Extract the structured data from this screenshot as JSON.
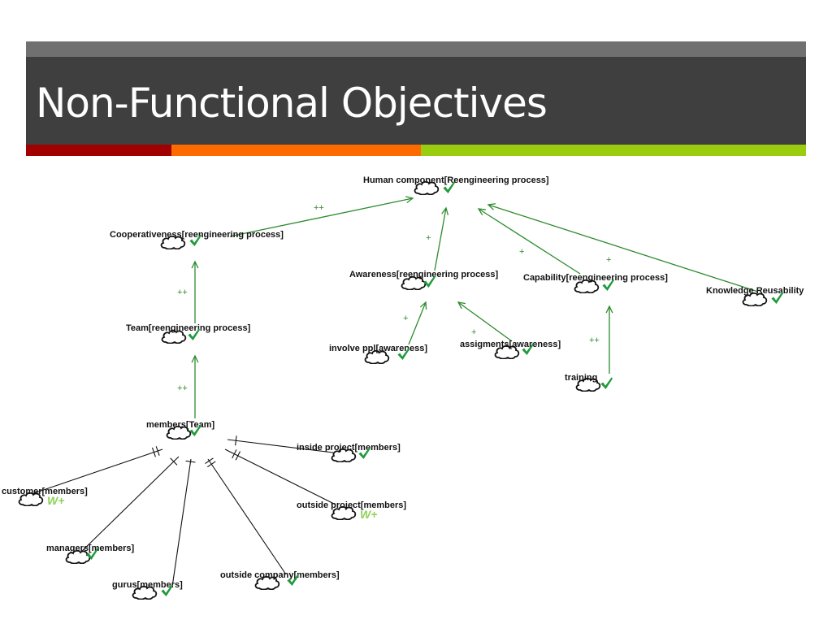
{
  "slide": {
    "title": "Non-Functional Objectives"
  },
  "colors": {
    "title_bg": "#3f3f3f",
    "title_strip": "#707070",
    "accent_red": "#a00000",
    "accent_orange": "#ff6a00",
    "accent_green": "#9acd10",
    "link_green": "#2e8b2e",
    "link_black": "#111111",
    "check_green": "#1f9a3a",
    "wplus_green": "#8fd15a"
  },
  "diagram": {
    "nodes": [
      {
        "id": "human",
        "label": "Human component[Reengineering process]",
        "status": "satisficed"
      },
      {
        "id": "coop",
        "label": "Cooperativeness[reengineering process]",
        "status": "satisficed"
      },
      {
        "id": "awareness",
        "label": "Awareness[reengineering process]",
        "status": "satisficed"
      },
      {
        "id": "capability",
        "label": "Capability[reengineering process]",
        "status": "satisficed"
      },
      {
        "id": "knowledge",
        "label": "Knowledge Reusability",
        "status": "satisficed"
      },
      {
        "id": "team",
        "label": "Team[reengineering process]",
        "status": "satisficed"
      },
      {
        "id": "involve",
        "label": "involve ppl[awareness]",
        "status": "satisficed"
      },
      {
        "id": "assig",
        "label": "assigments[awareness]",
        "status": "satisficed"
      },
      {
        "id": "training",
        "label": "training",
        "status": "satisficed"
      },
      {
        "id": "members",
        "label": "members[Team]",
        "status": "satisficed"
      },
      {
        "id": "inside",
        "label": "inside project[members]",
        "status": "satisficed"
      },
      {
        "id": "customer",
        "label": "customer[members]",
        "status": "weakly-satisficed"
      },
      {
        "id": "outside",
        "label": "outside project[members]",
        "status": "weakly-satisficed"
      },
      {
        "id": "managers",
        "label": "managers[members]",
        "status": "satisficed"
      },
      {
        "id": "gurus",
        "label": "gurus[members]",
        "status": "satisficed"
      },
      {
        "id": "company",
        "label": "outside company[members]",
        "status": "satisficed"
      }
    ],
    "contributions": [
      {
        "from": "coop",
        "to": "human",
        "label": "++"
      },
      {
        "from": "awareness",
        "to": "human",
        "label": "+"
      },
      {
        "from": "capability",
        "to": "human",
        "label": "+"
      },
      {
        "from": "knowledge",
        "to": "human",
        "label": ""
      },
      {
        "from": "team",
        "to": "coop",
        "label": "++"
      },
      {
        "from": "involve",
        "to": "awareness",
        "label": "+"
      },
      {
        "from": "assig",
        "to": "awareness",
        "label": "+"
      },
      {
        "from": "training",
        "to": "capability",
        "label": "++"
      },
      {
        "from": "members",
        "to": "team",
        "label": "++"
      }
    ],
    "decompositions": [
      {
        "from": "members",
        "to": "inside"
      },
      {
        "from": "members",
        "to": "customer"
      },
      {
        "from": "members",
        "to": "outside"
      },
      {
        "from": "members",
        "to": "managers"
      },
      {
        "from": "members",
        "to": "gurus"
      },
      {
        "from": "members",
        "to": "company"
      }
    ],
    "weak_label": "W+"
  }
}
